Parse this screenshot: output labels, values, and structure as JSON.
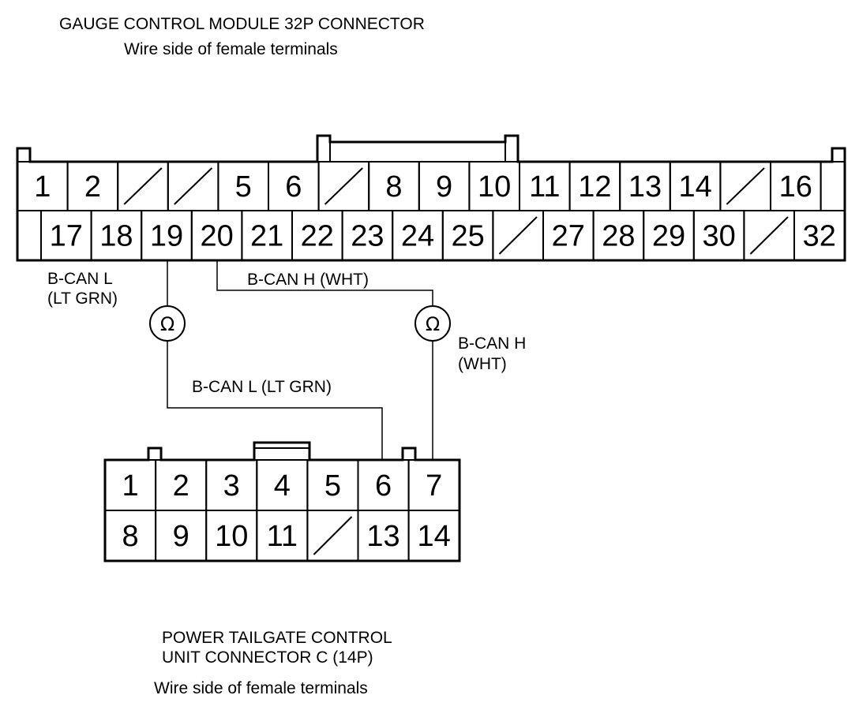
{
  "gauge_connector": {
    "title": "GAUGE CONTROL MODULE 32P CONNECTOR",
    "subtitle": "Wire side of female terminals",
    "row1": [
      "1",
      "2",
      "/",
      "/",
      "5",
      "6",
      "/",
      "8",
      "9",
      "10",
      "11",
      "12",
      "13",
      "14",
      "/",
      "16"
    ],
    "row2": [
      "17",
      "18",
      "19",
      "20",
      "21",
      "22",
      "23",
      "24",
      "25",
      "/",
      "27",
      "28",
      "29",
      "30",
      "/",
      "32"
    ]
  },
  "wires": {
    "bcan_l_top": "B-CAN L",
    "bcan_l_top_color": "(LT GRN)",
    "bcan_h_top": "B-CAN H (WHT)",
    "bcan_l_mid": "B-CAN L (LT GRN)",
    "bcan_h_right": "B-CAN H",
    "bcan_h_right_color": "(WHT)"
  },
  "ohmmeter_symbol": "Ω",
  "tailgate_connector": {
    "title_line1": "POWER TAILGATE CONTROL",
    "title_line2": "UNIT CONNECTOR C (14P)",
    "subtitle": "Wire side of female terminals",
    "row1": [
      "1",
      "2",
      "3",
      "4",
      "5",
      "6",
      "7"
    ],
    "row2": [
      "8",
      "9",
      "10",
      "11",
      "/",
      "13",
      "14"
    ]
  }
}
